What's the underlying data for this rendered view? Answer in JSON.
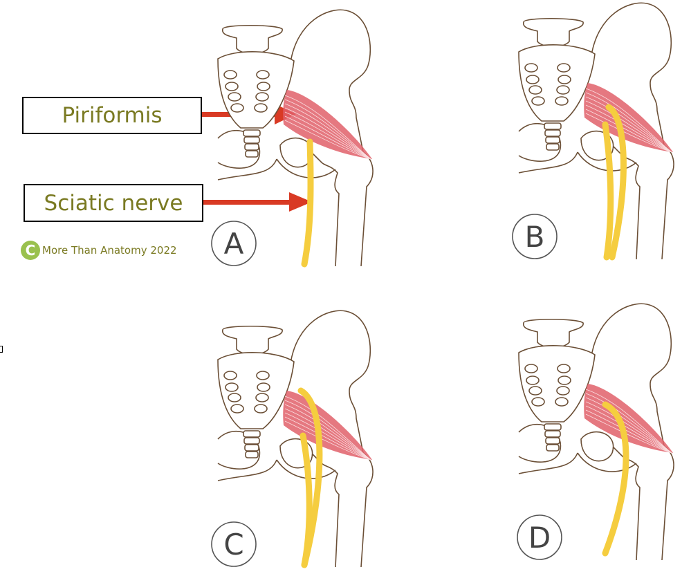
{
  "labels": {
    "piriformis": "Piriformis",
    "sciatic_nerve": "Sciatic nerve"
  },
  "copyright": {
    "logo_glyph": "C",
    "text": "More Than Anatomy 2022"
  },
  "panels": [
    {
      "letter": "A",
      "variant": "nerve-below-muscle"
    },
    {
      "letter": "B",
      "variant": "nerve-split-through-muscle"
    },
    {
      "letter": "C",
      "variant": "nerve-split-above-and-below-muscle"
    },
    {
      "letter": "D",
      "variant": "nerve-through-muscle"
    }
  ],
  "colors": {
    "bone_outline": "#6b4f36",
    "muscle": "#e0606a",
    "nerve": "#f5cd3f",
    "arrow": "#d93a24",
    "label_text": "#7a7a22",
    "logo": "#9ac14e"
  }
}
